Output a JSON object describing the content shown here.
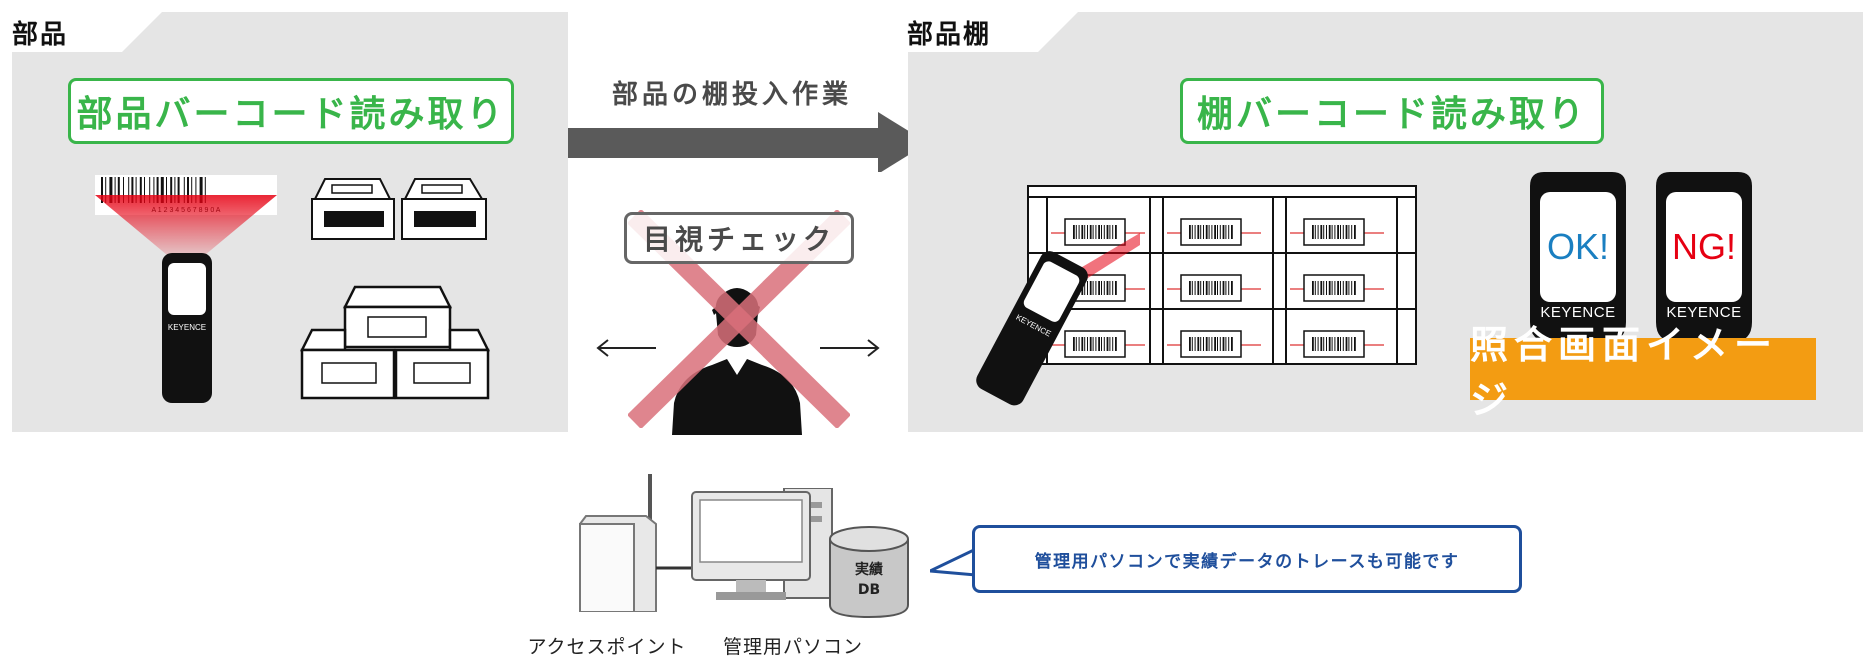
{
  "left_panel": {
    "title": "部品",
    "label": "部品バーコード読み取り",
    "scanner_brand": "KEYENCE",
    "barcode_digits": "A 1 2 3 4 5 6 7 8 9 0 A"
  },
  "middle": {
    "arrow_caption": "部品の棚投入作業",
    "visual_check_label": "目視チェック"
  },
  "right_panel": {
    "title": "部品棚",
    "label": "棚バーコード読み取り",
    "scanner_brand": "KEYENCE",
    "screens": [
      {
        "text": "OK!",
        "color": "#1a7fc1",
        "brand": "KEYENCE"
      },
      {
        "text": "NG!",
        "color": "#e60012",
        "brand": "KEYENCE"
      }
    ],
    "check_image_label": "照合画面イメージ"
  },
  "bottom": {
    "access_point_caption": "アクセスポイント",
    "pc_caption": "管理用パソコン",
    "db_label_line1": "実績",
    "db_label_line2": "DB",
    "bubble_text": "管理用パソコンで実績データのトレースも可能です"
  },
  "colors": {
    "panel_bg": "#e5e5e5",
    "green": "#39b54a",
    "orange": "#f39c12",
    "navy": "#1f4f9c",
    "arrow": "#5a5a5a",
    "cross": "#d9707a"
  },
  "icons": [
    "handheld-scanner-icon",
    "barcode-icon",
    "box-icon",
    "shelf-icon",
    "person-icon",
    "cross-icon",
    "access-point-icon",
    "pc-monitor-icon",
    "database-icon"
  ]
}
